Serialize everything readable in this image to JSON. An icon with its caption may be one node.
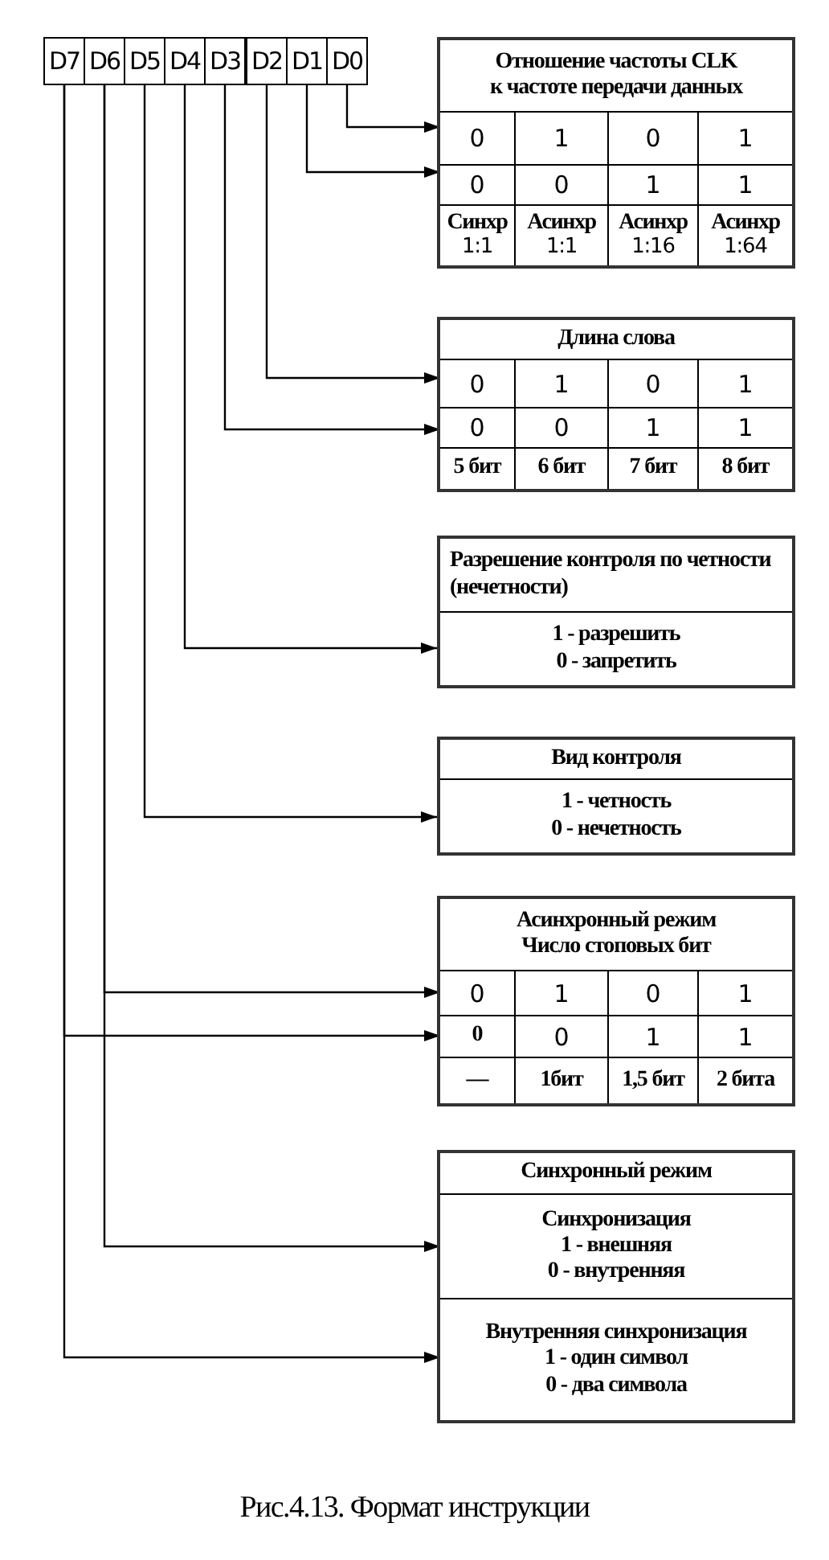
{
  "diagram": {
    "caption": "Рис.4.13. Формат инструкции",
    "nodes": [
      {
        "text": [
          "D7"
        ]
      },
      {
        "text": [
          "D6"
        ]
      },
      {
        "text": [
          "D5"
        ]
      },
      {
        "text": [
          "D4"
        ]
      },
      {
        "text": [
          "D3"
        ]
      },
      {
        "text": [
          "D2"
        ]
      },
      {
        "text": [
          "D1"
        ]
      },
      {
        "text": [
          "D0"
        ]
      },
      {
        "text": [
          "Отношение частоты CLK к частоте передачи данных"
        ]
      },
      {
        "text": [
          "0",
          "1",
          "0",
          "1"
        ],
        "in": 8
      },
      {
        "text": [
          "0",
          "0",
          "1",
          "1"
        ],
        "in": 8
      },
      {
        "text": [
          "**Синхр** 1:1",
          "**Асинхр** 1:1",
          "**Асинхр** 1:16",
          "**Асинхр** 1:64"
        ],
        "in": 8
      },
      {
        "text": [
          "Длина слова"
        ]
      },
      {
        "text": [
          "0",
          "1",
          "0",
          "1"
        ],
        "in": 12
      },
      {
        "text": [
          "0",
          "0",
          "1",
          "1"
        ],
        "in": 12
      },
      {
        "text": [
          "5 бит",
          "6 бит",
          "7 бит",
          "8 бит"
        ],
        "in": 12
      },
      {
        "text": [
          "Разрешение контроля по четности (нечетности)",
          "1 - разрешить",
          "0 - запретить"
        ]
      },
      {
        "text": [
          "Вид контроля",
          "1 - четность",
          "0 - нечетность"
        ]
      },
      {
        "text": [
          "Асинхронный режим",
          "Число стоповых бит"
        ]
      },
      {
        "text": [
          "0",
          "1",
          "0",
          "1"
        ],
        "in": 18
      },
      {
        "text": [
          "0",
          "0",
          "1",
          "1"
        ],
        "in": 18
      },
      {
        "text": [
          "—",
          "1бит",
          "1,5 бит",
          "2 бита"
        ],
        "in": 18
      },
      {
        "text": [
          "Синхронный режим"
        ]
      },
      {
        "text": [
          "Синхронизация",
          "1 - внешняя",
          "0 - внутренняя"
        ],
        "in": 22
      },
      {
        "text": [
          "Внутренняя синхронизация",
          "1 - один символ",
          "0 - два символа"
        ],
        "in": 22
      }
    ],
    "edges": [
      {
        "from": 7,
        "to": 9,
        "arrow": "to"
      },
      {
        "from": 6,
        "to": 10,
        "arrow": "to"
      },
      {
        "from": 5,
        "to": 13,
        "arrow": "to"
      },
      {
        "from": 4,
        "to": 14,
        "arrow": "to"
      },
      {
        "from": 3,
        "to": 16,
        "arrow": "to"
      },
      {
        "from": 2,
        "to": 17,
        "arrow": "to"
      },
      {
        "from": 1,
        "to": 19,
        "arrow": "to"
      },
      {
        "from": 0,
        "to": 20,
        "arrow": "to"
      },
      {
        "from": 1,
        "to": 23,
        "arrow": "to"
      },
      {
        "from": 0,
        "to": 24,
        "arrow": "to"
      }
    ]
  }
}
